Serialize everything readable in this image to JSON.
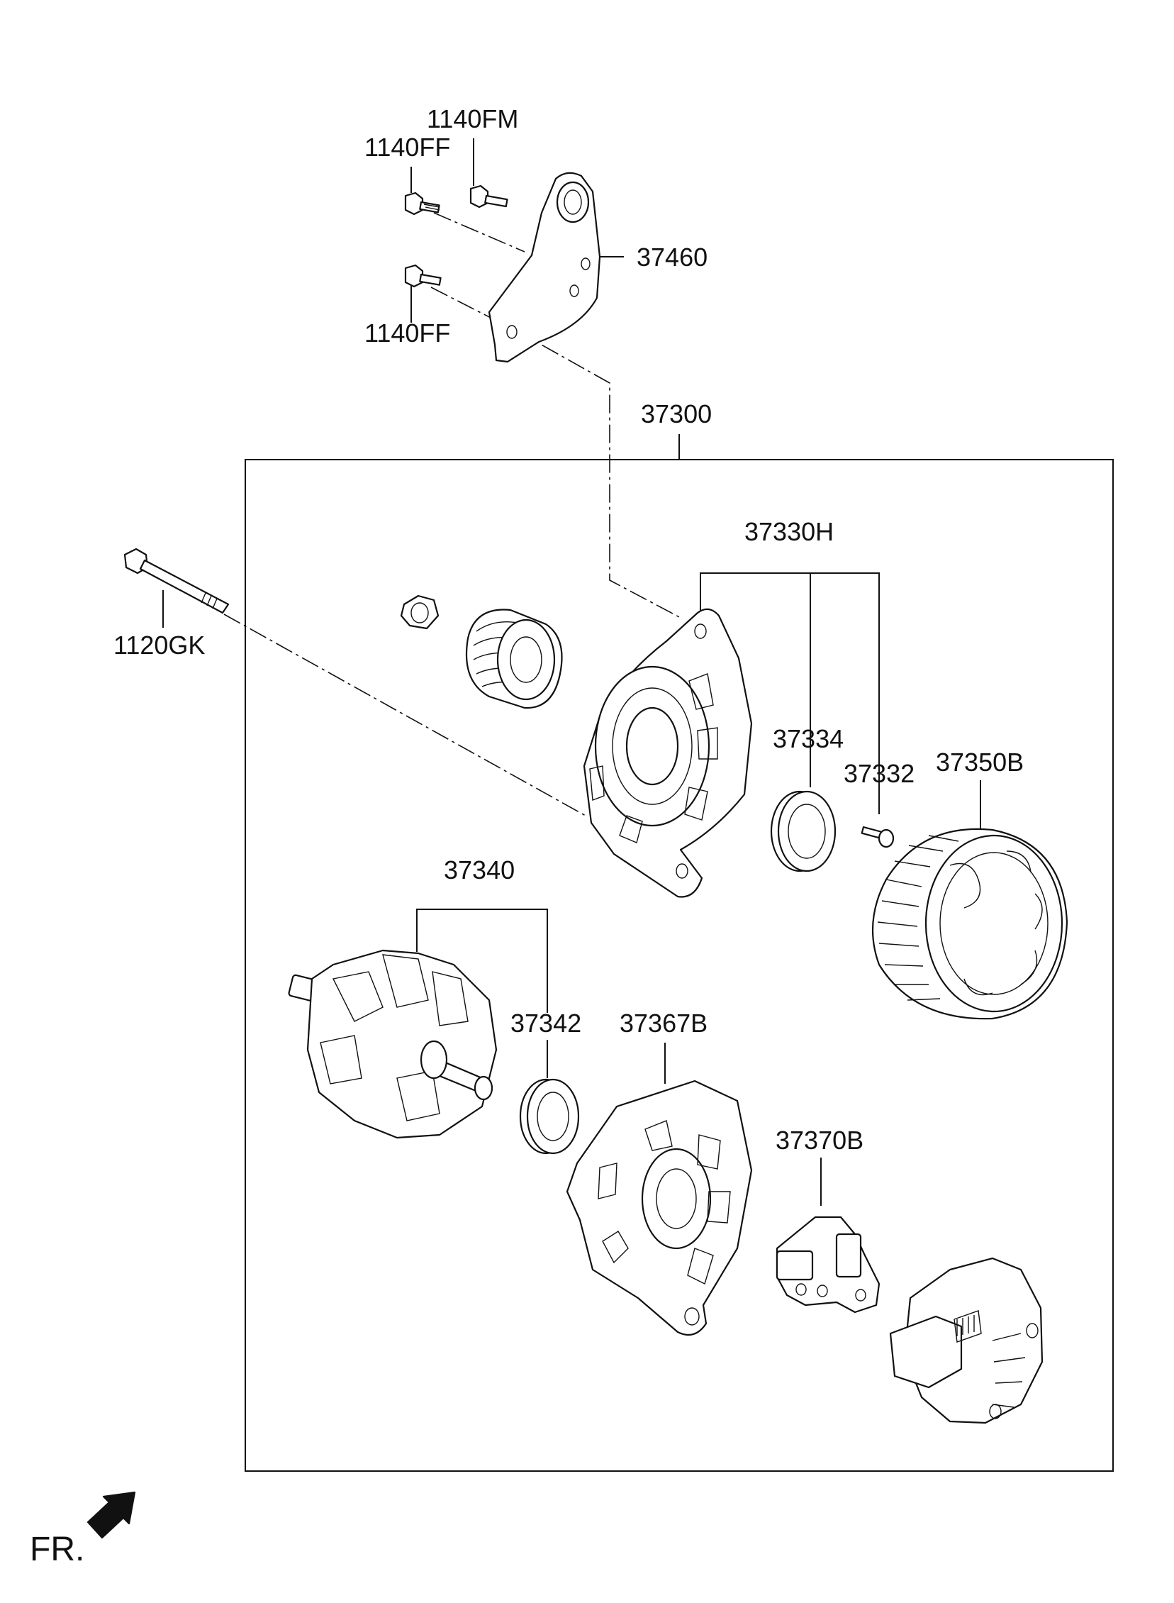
{
  "labels": {
    "p1140FM": "1140FM",
    "p1140FF_top": "1140FF",
    "p37460": "37460",
    "p1140FF_bottom": "1140FF",
    "p37300": "37300",
    "p37330H": "37330H",
    "p1120GK": "1120GK",
    "p37334": "37334",
    "p37332": "37332",
    "p37350B": "37350B",
    "p37340": "37340",
    "p37342": "37342",
    "p37367B": "37367B",
    "p37370B": "37370B"
  },
  "direction": {
    "text": "FR.",
    "icon": "front-arrow-icon"
  }
}
